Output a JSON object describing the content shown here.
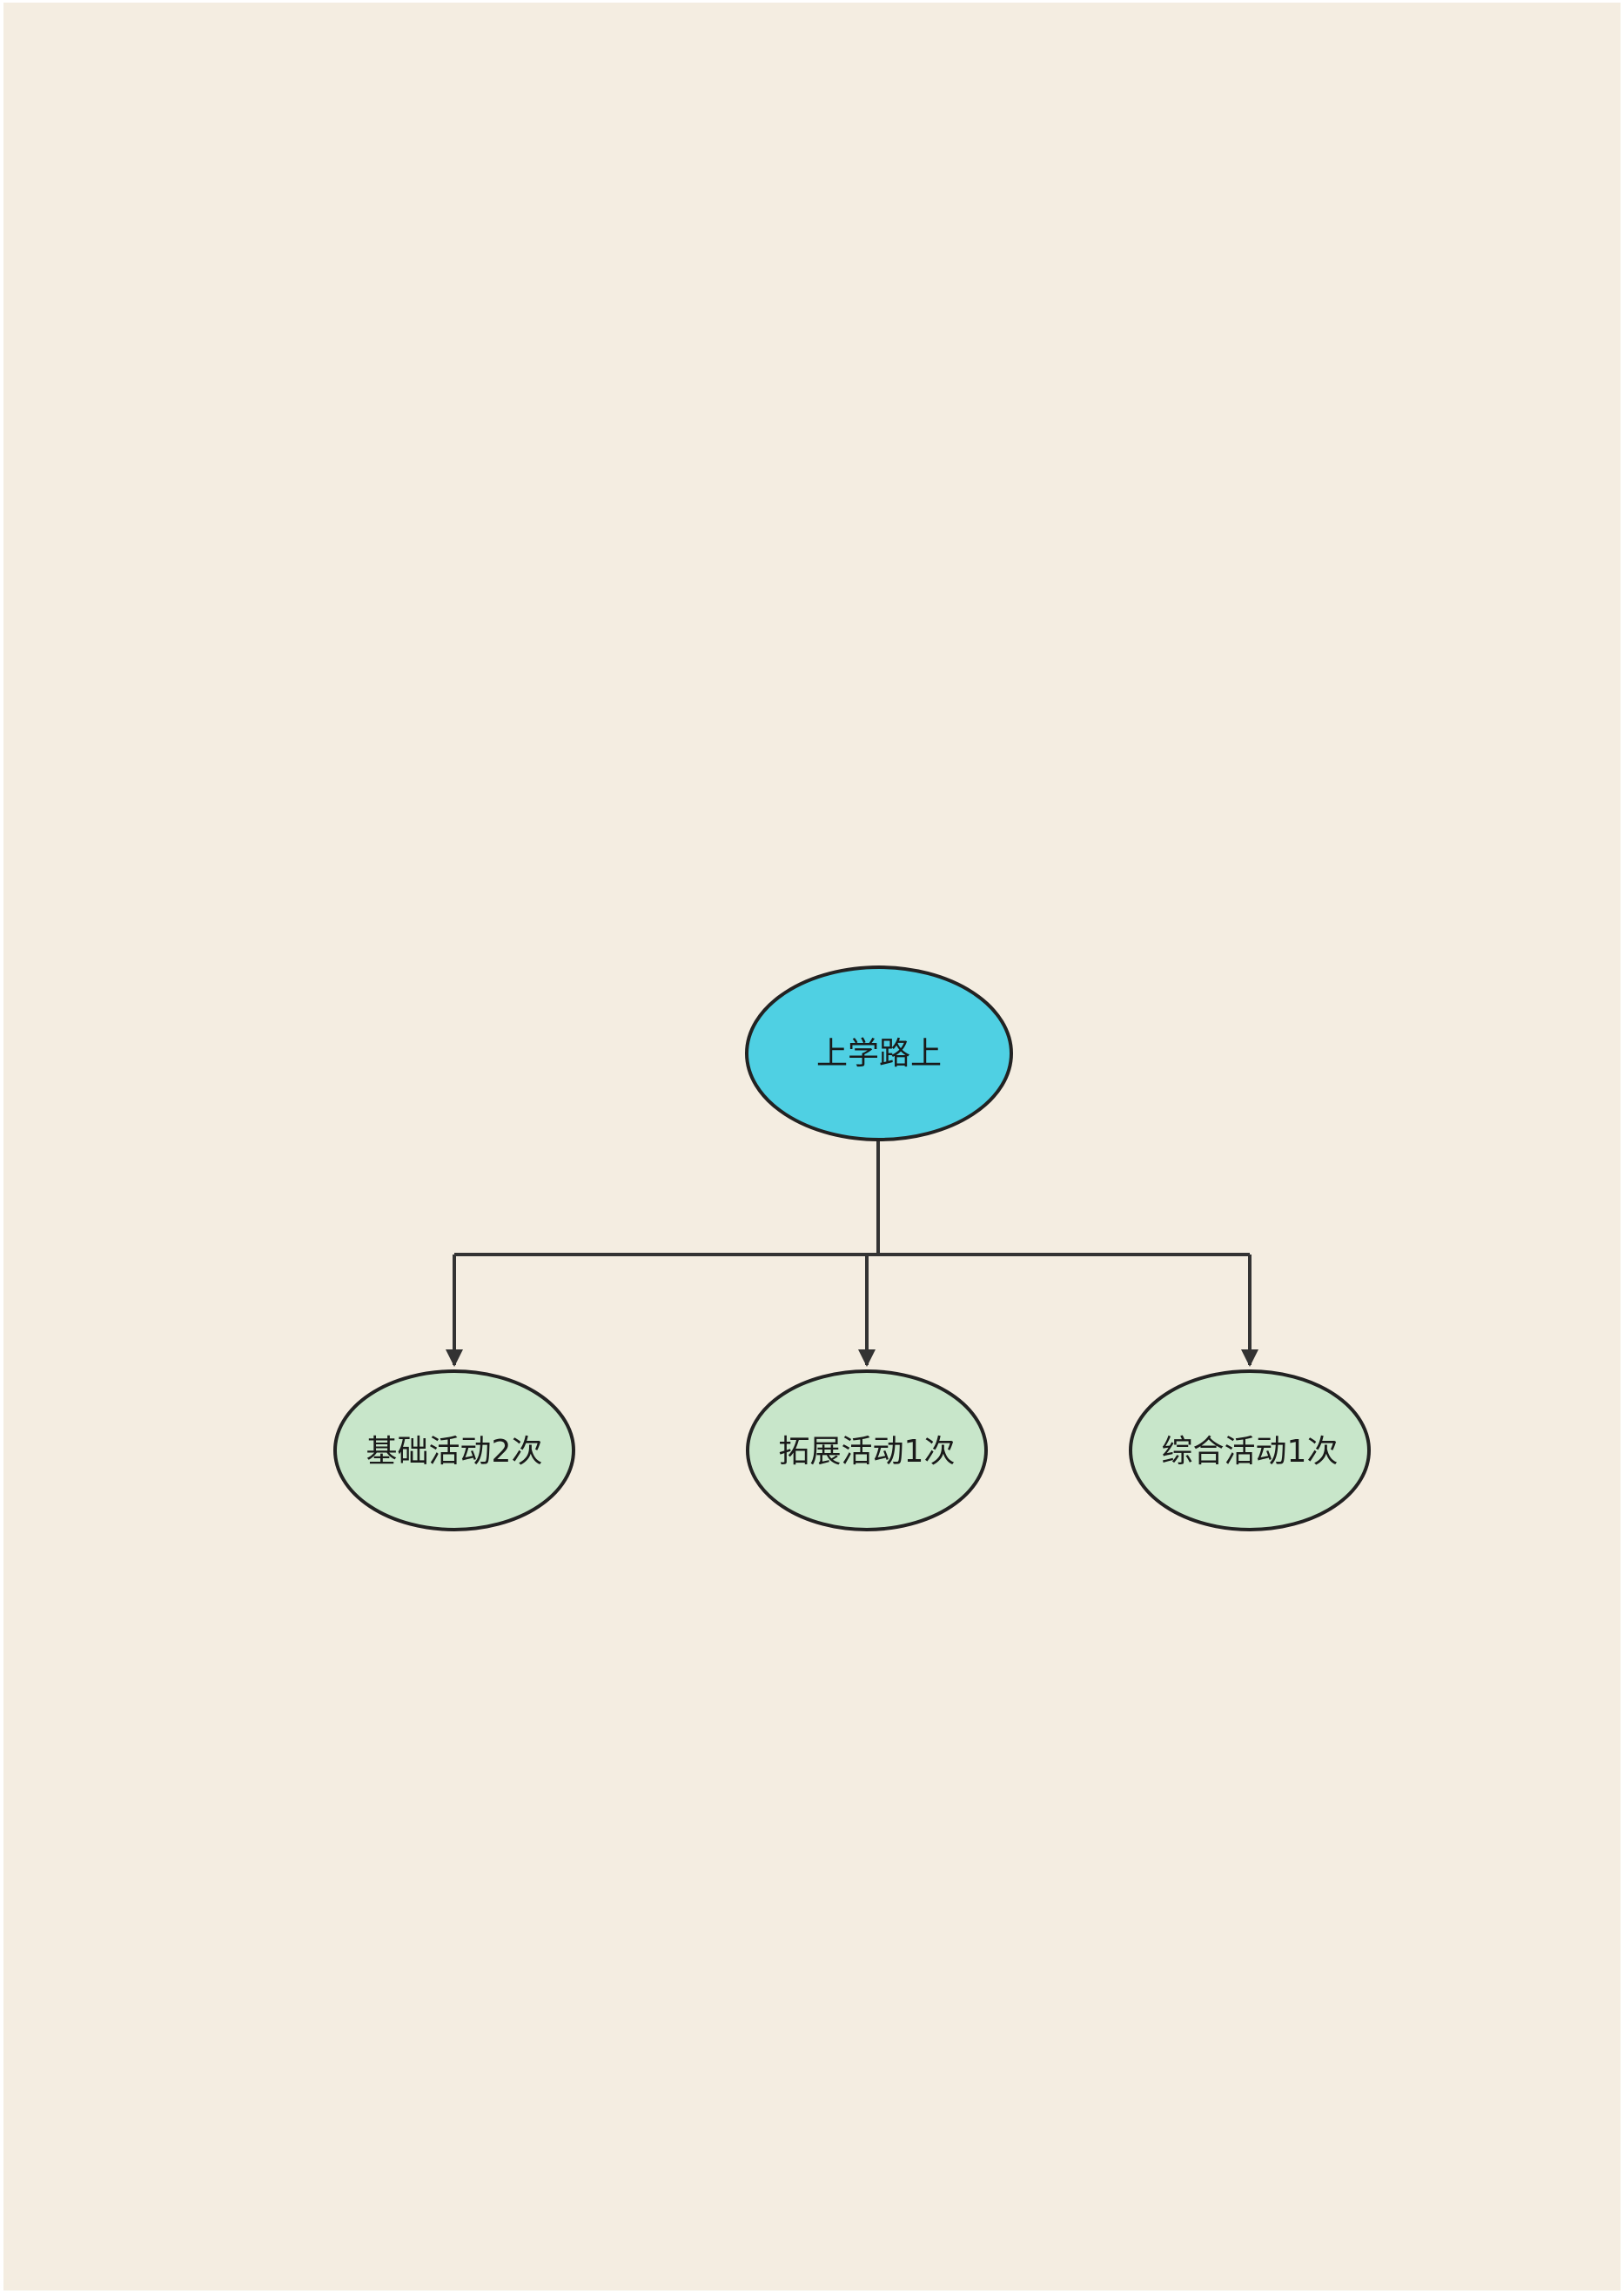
{
  "diagram": {
    "root": {
      "label": "上学路上",
      "fill": "#4fd0e3"
    },
    "children": [
      {
        "label": "基础活动2次",
        "fill": "#c8e6ca"
      },
      {
        "label": "拓展活动1次",
        "fill": "#c8e6ca"
      },
      {
        "label": "综合活动1次",
        "fill": "#c8e6ca"
      }
    ],
    "colors": {
      "background": "#f4ede1",
      "stroke": "#222222",
      "connector": "#333333"
    }
  }
}
